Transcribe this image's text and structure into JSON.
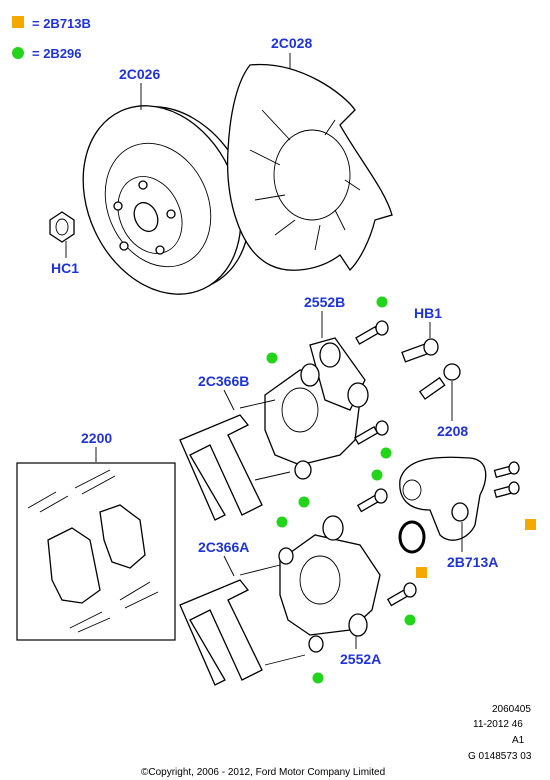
{
  "legend": [
    {
      "marker": "square",
      "color": "#f5a800",
      "text": "= 2B713B"
    },
    {
      "marker": "dot",
      "color": "#22d41a",
      "text": "= 2B296"
    }
  ],
  "parts": {
    "disc": "2C026",
    "shield": "2C028",
    "nut": "HC1",
    "caliper_b": "2552B",
    "bolt_hb1": "HB1",
    "bracket_b": "2C366B",
    "sensor": "2208",
    "pads": "2200",
    "bracket_a": "2C366A",
    "motor": "2B713A",
    "caliper_a": "2552A"
  },
  "footer": {
    "code": "2060405",
    "date": "11-2012 46",
    "rev": "A1",
    "ref": "G 0148573 03",
    "copyright": "©Copyright, 2006 - 2012, Ford Motor Company Limited"
  },
  "colors": {
    "label": "#1f33d6",
    "dot": "#22d41a",
    "square": "#f5a800"
  }
}
